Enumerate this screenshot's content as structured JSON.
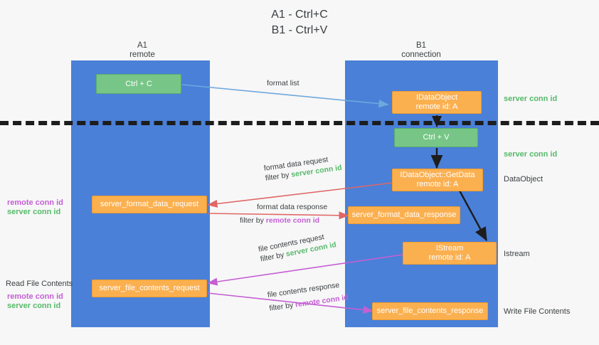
{
  "title": {
    "line1": "A1 - Ctrl+C",
    "line2": "B1 - Ctrl+V"
  },
  "columns": [
    {
      "name": "A1",
      "sub": "remote"
    },
    {
      "name": "B1",
      "sub": "connection"
    }
  ],
  "nodes": {
    "ctrl_c": {
      "label": "Ctrl + C"
    },
    "ctrl_v": {
      "label": "Ctrl + V"
    },
    "idataobject": {
      "line1": "IDataObject",
      "line2": "remote id: A",
      "overlap": ""
    },
    "getdata": {
      "line1": "IDataObject::GetData",
      "line2": "remote id: A"
    },
    "istream": {
      "line1": "IStream",
      "line2": "remote id: A"
    },
    "fmt_req": {
      "label": "server_format_data_request"
    },
    "fmt_resp": {
      "label": "server_format_data_response"
    },
    "file_req": {
      "label": "server_file_contents_request"
    },
    "file_resp": {
      "label": "server_file_contents_response"
    }
  },
  "edges": {
    "format_list": {
      "text": "format list"
    },
    "fmt_data_request": {
      "line1": "format data request",
      "filter_prefix": "filter by ",
      "filter_value": "server conn id"
    },
    "fmt_data_response": {
      "line1": "format data response",
      "filter_prefix": "filter by ",
      "filter_value": "remote conn id"
    },
    "file_request": {
      "line1": "file contents request",
      "filter_prefix": "filter by ",
      "filter_value": "server conn id"
    },
    "file_response": {
      "line1": "file contents response",
      "filter_prefix": "filter by ",
      "filter_value": "remote conn id"
    }
  },
  "right_labels": {
    "server_conn_top": "server conn id",
    "server_conn_mid": "server conn id",
    "dataobject": "DataObject",
    "istream": "Istream",
    "write_file_contents": "Write File Contents"
  },
  "left_labels": {
    "mid_remote": "remote conn id",
    "mid_server": "server conn id",
    "read_file_contents": "Read File Contents",
    "bot_remote": "remote conn id",
    "bot_server": "server conn id"
  },
  "colors": {
    "lane": "#4a80d8",
    "green_node": "#77c687",
    "orange_node": "#fbb050",
    "green_text": "#57b96a",
    "magenta_text": "#c45fd4",
    "arrow_blue": "#6fa8dc",
    "arrow_red": "#e06666",
    "arrow_magenta": "#c45fd4",
    "arrow_black": "#1d1d1d",
    "divider": "#1d1d1d"
  }
}
